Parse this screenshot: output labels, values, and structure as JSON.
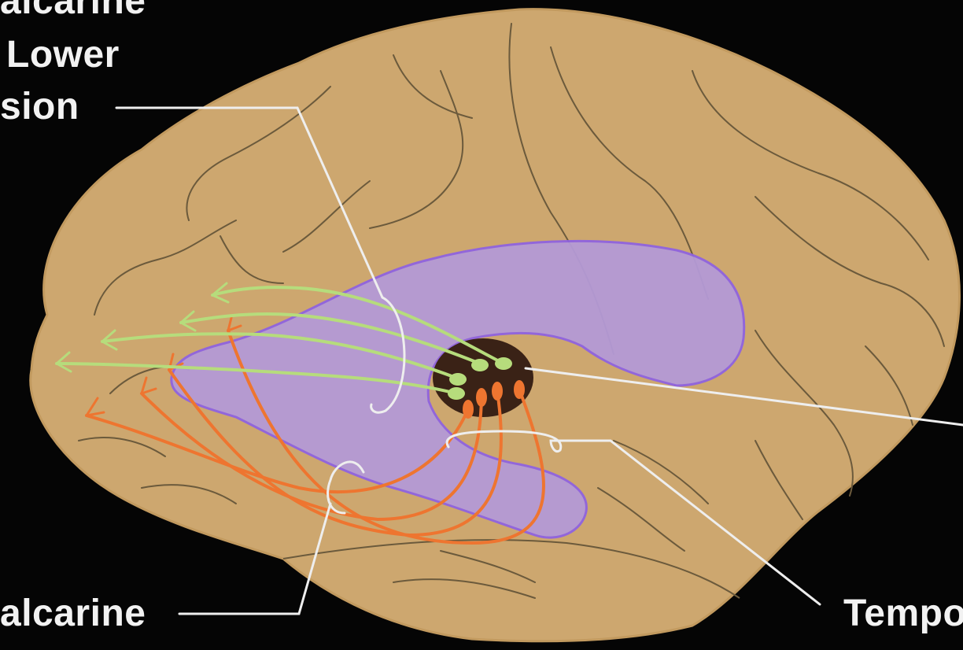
{
  "labels": {
    "top_left_line1": "alcarine",
    "top_left_line2": "Lower",
    "top_left_line3": "sion",
    "bottom_left": "alcarine",
    "bottom_right": "Tempo"
  },
  "colors": {
    "background": "#050505",
    "brain": "#cda76f",
    "sulci": "#6b5a3c",
    "ventricle": "#b49ad6",
    "ventricle_edge": "#8f63e0",
    "nucleus": "#3a2216",
    "upper_fibers": "#b6dc7c",
    "lower_fibers": "#ee7530",
    "pointer_lines": "#eeeeee",
    "label_text": "#f2f2f2"
  }
}
